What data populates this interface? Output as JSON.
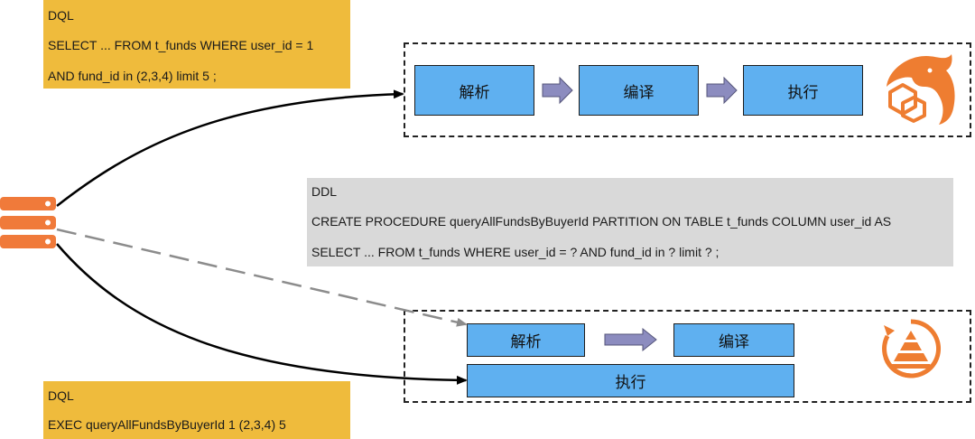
{
  "notes": {
    "dql_top": {
      "title": "DQL",
      "line1": "SELECT ... FROM t_funds WHERE user_id = 1",
      "line2": "AND fund_id in (2,3,4) limit 5 ;"
    },
    "ddl": {
      "title": "DDL",
      "line1": "CREATE PROCEDURE queryAllFundsByBuyerId PARTITION ON TABLE t_funds  COLUMN user_id AS",
      "line2": "SELECT ... FROM t_funds WHERE user_id = ? AND fund_id in ? limit ? ;"
    },
    "dql_bottom": {
      "title": "DQL",
      "line1": "EXEC queryAllFundsByBuyerId 1 (2,3,4) 5"
    }
  },
  "top_pipeline": {
    "parse": "解析",
    "compile": "编译",
    "execute": "执行",
    "engine_icon": "mysql-dolphin-icon"
  },
  "bottom_pipeline": {
    "parse": "解析",
    "compile": "编译",
    "execute": "执行",
    "engine_icon": "voltdb-pyramid-icon"
  },
  "colors": {
    "note_yellow": "#efbb3c",
    "note_gray": "#d9d9d9",
    "stage_blue": "#5fb0f0",
    "arrow_purple": "#8c8cbf",
    "server_orange": "#f07a3a",
    "icon_orange": "#ee7d31"
  }
}
